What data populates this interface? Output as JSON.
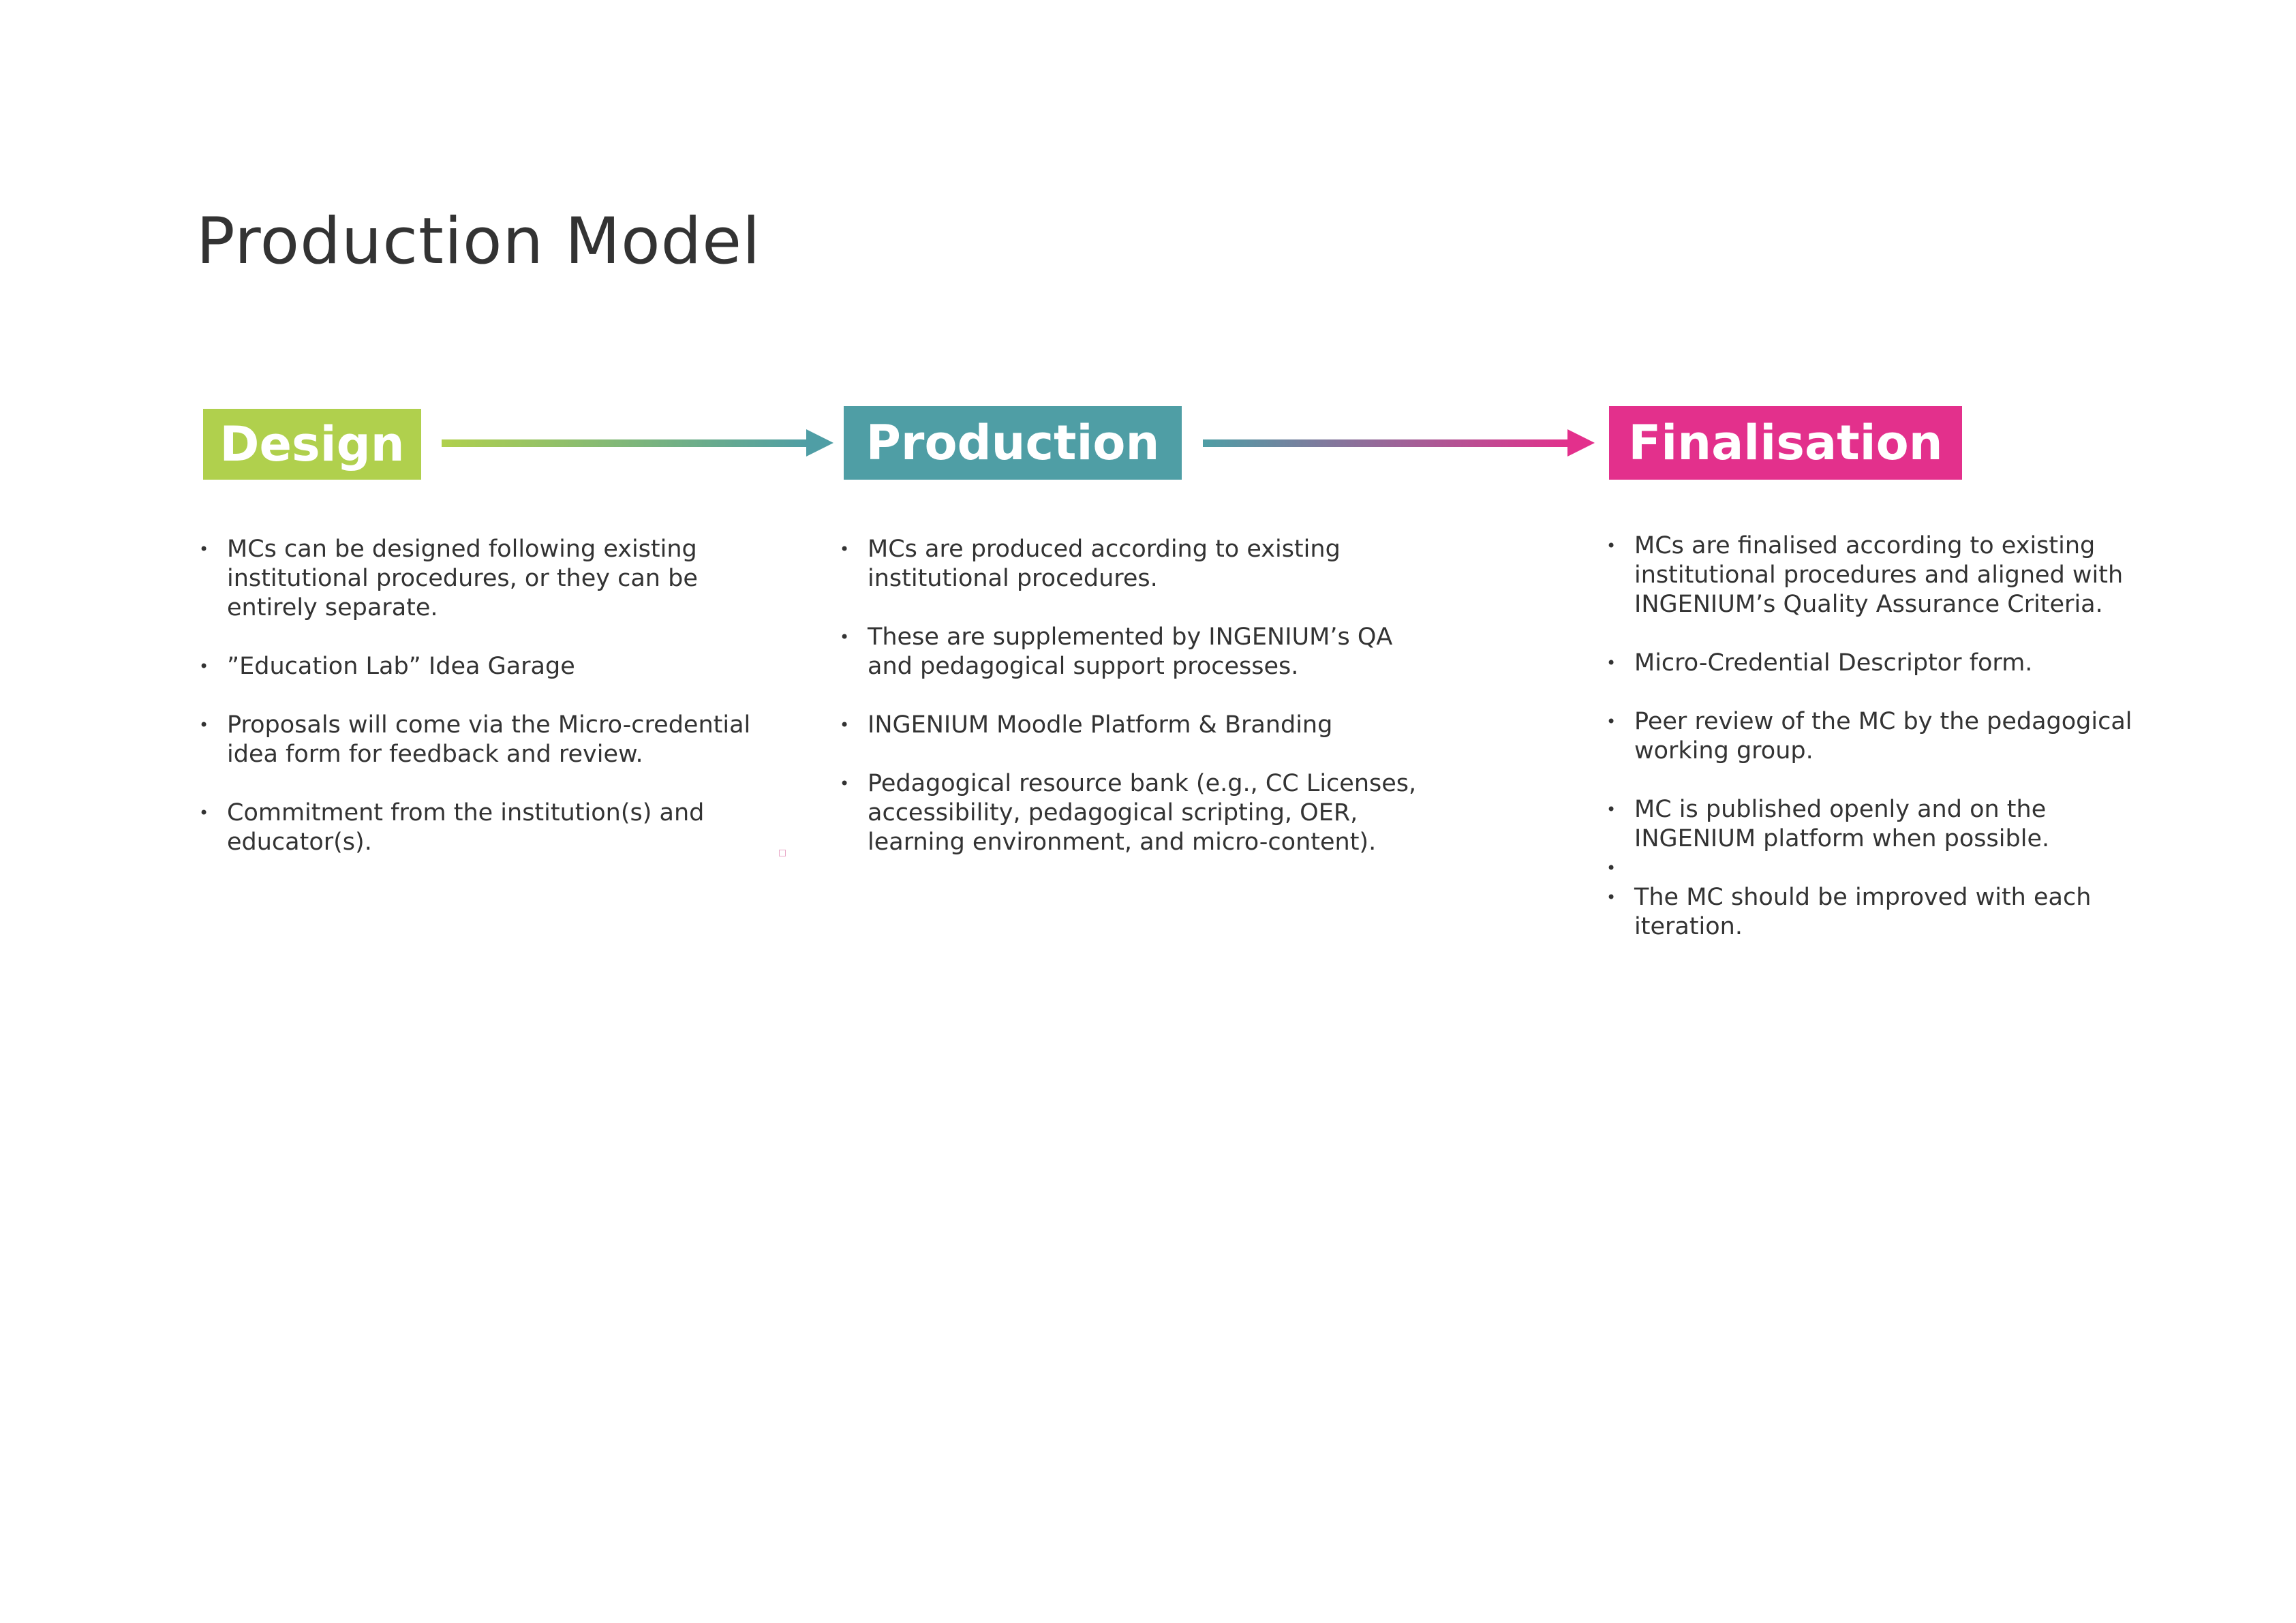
{
  "title": "Production Model",
  "colors": {
    "design": "#b0d04d",
    "production": "#4f9ea5",
    "finalisation": "#e3308c"
  },
  "stages": [
    {
      "label": "Design"
    },
    {
      "label": "Production"
    },
    {
      "label": "Finalisation"
    }
  ],
  "bullet": "•",
  "columns": [
    {
      "items": [
        {
          "lines": [
            "MCs can be designed following existing",
            "institutional procedures, or they can be",
            "entirely separate."
          ]
        },
        {
          "lines": [
            "”Education Lab” Idea Garage"
          ]
        },
        {
          "lines": [
            "Proposals will come via the Micro-credential",
            "idea form for feedback and review."
          ]
        },
        {
          "lines": [
            "Commitment from the institution(s) and",
            "educator(s)."
          ]
        }
      ]
    },
    {
      "items": [
        {
          "lines": [
            "MCs are produced according to existing",
            "institutional procedures."
          ]
        },
        {
          "lines": [
            "These are supplemented by INGENIUM’s QA",
            "and pedagogical support processes."
          ]
        },
        {
          "lines": [
            "INGENIUM Moodle Platform & Branding"
          ]
        },
        {
          "lines": [
            "Pedagogical resource bank (e.g., CC Licenses,",
            "accessibility, pedagogical scripting, OER,",
            "learning environment, and micro-content)."
          ]
        }
      ]
    },
    {
      "items": [
        {
          "lines": [
            "MCs are finalised according to existing",
            "institutional procedures and aligned with",
            "INGENIUM’s Quality Assurance Criteria."
          ]
        },
        {
          "lines": [
            "Micro-Credential Descriptor form."
          ]
        },
        {
          "lines": [
            "Peer review of the MC by the pedagogical",
            "working group."
          ]
        },
        {
          "lines": [
            "MC is published openly and on the",
            "INGENIUM platform when possible."
          ]
        },
        {
          "lines": [
            ""
          ]
        },
        {
          "lines": [
            "The MC should be improved with each",
            "iteration."
          ]
        }
      ]
    }
  ]
}
